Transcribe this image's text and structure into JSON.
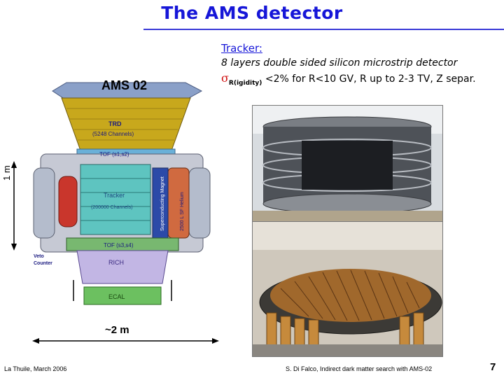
{
  "slide": {
    "title": "The AMS detector",
    "tracker_heading": "Tracker:",
    "tracker_desc": "8 layers double sided silicon microstrip detector",
    "sigma_symbol": "σ",
    "sigma_sub": "R(igidity)",
    "sigma_rest": " <2% for R<10 GV, R up to 2-3 TV, Z separ.",
    "footer_left": "La Thuile, March 2006",
    "footer_center": "S. Di Falco, Indirect dark matter search with AMS-02",
    "page_number": "7"
  },
  "diagram": {
    "name": "AMS 02",
    "height_label": "1 m",
    "width_label": "~2 m",
    "trd": "TRD",
    "trd_channels": "(5248 Channels)",
    "tof_top": "TOF (s1,s2)",
    "tracker": "Tracker",
    "tracker_channels": "(200000 Channels)",
    "magnet": "Superconducting Magnet",
    "helium": "2500 L SF Helium",
    "tof_bottom": "TOF (s3,s4)",
    "veto": "Veto",
    "veto2": "Counter",
    "rich": "RICH",
    "ecal": "ECAL"
  }
}
